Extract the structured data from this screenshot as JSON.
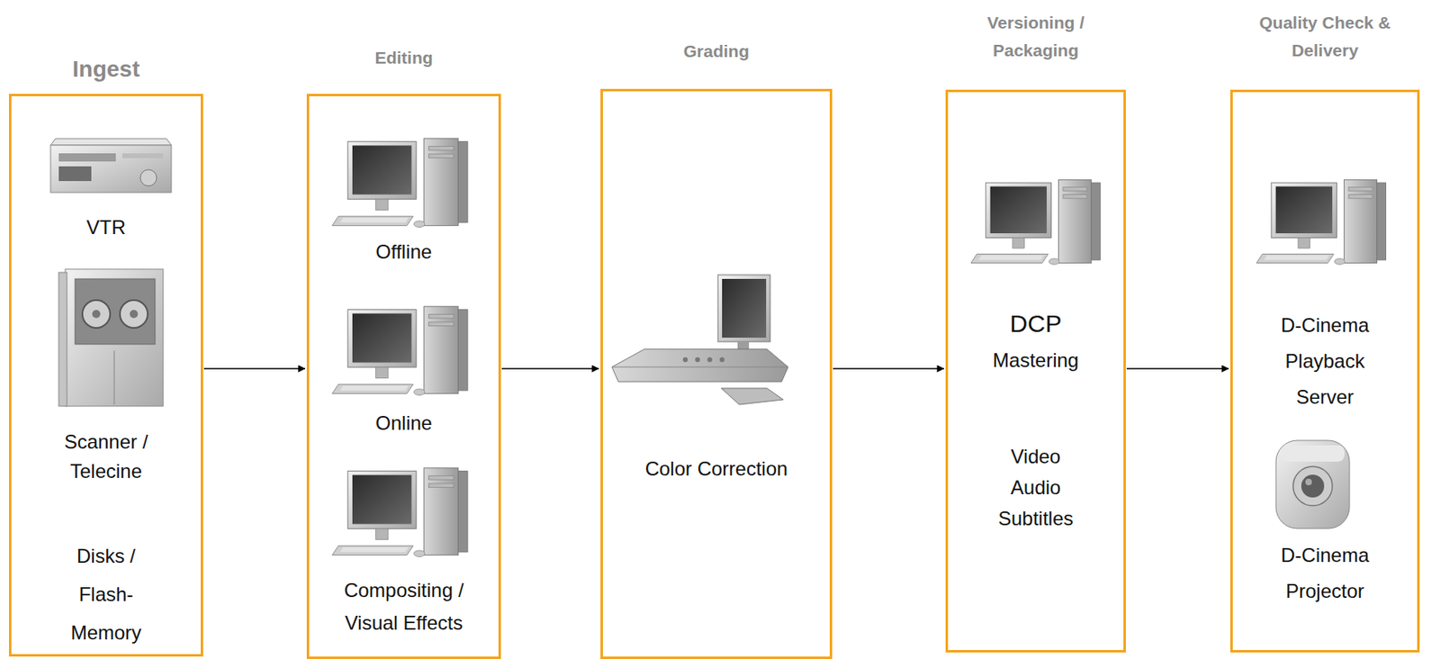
{
  "diagram": {
    "nodes": [
      {
        "text": [
          "Ingest",
          "VTR",
          "Scanner / Telecine",
          "Disks / Flash-Memory"
        ]
      },
      {
        "text": [
          "Editing",
          "Offline",
          "Online",
          "Compositing / Visual Effects"
        ]
      },
      {
        "text": [
          "Grading",
          "Color Correction"
        ]
      },
      {
        "text": [
          "Versioning / Packaging",
          "DCP",
          "Mastering",
          "Video Audio Subtitles"
        ]
      },
      {
        "text": [
          "Quality Check & Delivery",
          "D-Cinema Playback Server",
          "D-Cinema Projector"
        ]
      }
    ],
    "edges": [
      {
        "from": 0,
        "to": 1,
        "arrow": "to"
      },
      {
        "from": 1,
        "to": 2,
        "arrow": "to"
      },
      {
        "from": 2,
        "to": 3,
        "arrow": "to"
      },
      {
        "from": 3,
        "to": 4,
        "arrow": "to"
      }
    ]
  }
}
